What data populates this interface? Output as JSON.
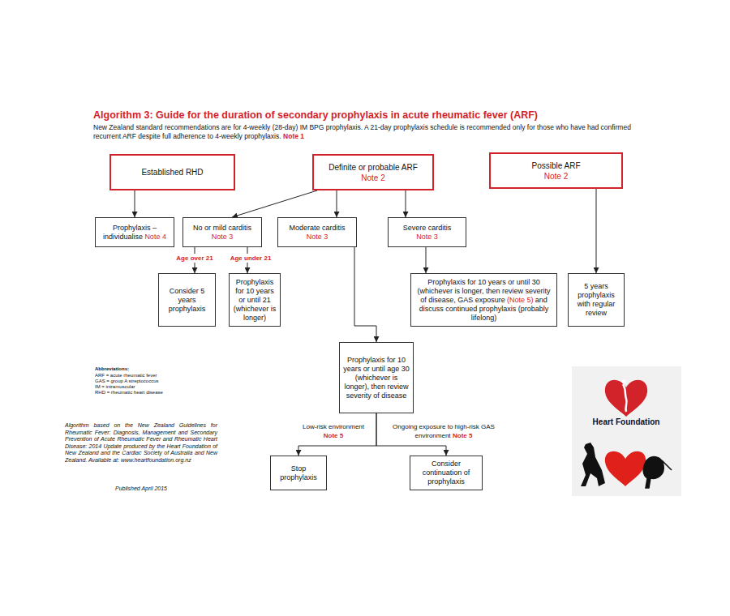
{
  "diagram": {
    "title": "Algorithm 3: Guide for the duration of secondary prophylaxis in acute rheumatic fever (ARF)",
    "nodes": [
      {
        "text": [
          "Established RHD"
        ]
      },
      {
        "text": [
          "Definite or probable ARF",
          "Note 2"
        ]
      },
      {
        "text": [
          "Possible ARF",
          "Note 2"
        ]
      },
      {
        "text": [
          "Prophylaxis – individualise",
          "Note 4"
        ]
      },
      {
        "text": [
          "No or mild carditis",
          "Note 3"
        ]
      },
      {
        "text": [
          "Moderate carditis",
          "Note 3"
        ]
      },
      {
        "text": [
          "Severe carditis",
          "Note 3"
        ]
      },
      {
        "text": [
          "Consider 5 years prophylaxis"
        ]
      },
      {
        "text": [
          "Prophylaxis for 10 years or until 21 (whichever is longer)"
        ]
      },
      {
        "text": [
          "Prophylaxis for 10 years or until 30 (whichever is longer, then review severity of disease, GAS exposure",
          "(Note 5)",
          "and discuss continued prophylaxis (probably lifelong)"
        ]
      },
      {
        "text": [
          "5 years prophylaxis with regular review"
        ]
      },
      {
        "text": [
          "Prophylaxis for 10 years or until age 30 (whichever is longer), then review severity of disease"
        ]
      },
      {
        "text": [
          "Stop prophylaxis"
        ]
      },
      {
        "text": [
          "Consider continuation of prophylaxis"
        ]
      }
    ],
    "edges": [
      {
        "from": 0,
        "to": 3,
        "arrow": "to"
      },
      {
        "from": 1,
        "to": 4,
        "arrow": "to"
      },
      {
        "from": 1,
        "to": 5,
        "arrow": "to"
      },
      {
        "from": 1,
        "to": 6,
        "arrow": "to"
      },
      {
        "from": 2,
        "to": 10,
        "arrow": "to"
      },
      {
        "from": 4,
        "to": 7,
        "label": "Age over 21",
        "arrow": "to"
      },
      {
        "from": 4,
        "to": 8,
        "label": "Age under 21",
        "arrow": "to"
      },
      {
        "from": 6,
        "to": 9,
        "arrow": "to"
      },
      {
        "from": 5,
        "to": 11,
        "arrow": "to"
      },
      {
        "from": 11,
        "to": 12,
        "label": "Low-risk environment",
        "arrow": "to"
      },
      {
        "from": 11,
        "to": 13,
        "label": "Ongoing exposure to high-risk GAS environment",
        "arrow": "to"
      }
    ],
    "labels": [
      "New Zealand standard recommendations are for 4-weekly (28-day) IM BPG prophylaxis.  A 21-day prophylaxis schedule is recommended only for those who have had confirmed recurrent ARF despite full adherence to 4-weekly prophylaxis.",
      "Note 1",
      "Abbreviations:",
      "ARF = acute rheumatic fever",
      "GAS = group A streptococcus",
      "IM = intramuscular",
      "RHD = rheumatic heart disease",
      "Algorithm based on the New Zealand Guidelines for Rheumatic Fever: Diagnosis, Management and Secondary Prevention of Acute Rheumatic Fever and Rheumatic Heart Disease: 2014 Update produced by the Heart Foundation of New Zealand and the Cardiac Society of Australia and New Zealand. Available at: www.heartfoundation.org.nz",
      "Published April 2015",
      "Heart Foundation",
      "Note 5",
      "Note 5"
    ]
  }
}
